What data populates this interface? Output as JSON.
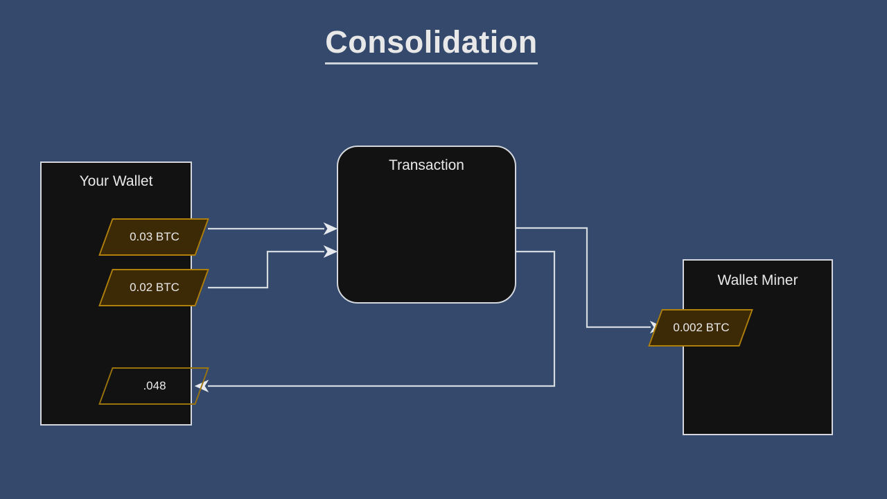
{
  "page": {
    "title": "Consolidation",
    "background_color": "#34496b"
  },
  "diagram": {
    "type": "flow-diagram",
    "nodes": {
      "wallet": {
        "label": "Your Wallet",
        "fill_color": "#121212",
        "border_color": "#d4d8de"
      },
      "transaction": {
        "label": "Transaction",
        "fill_color": "#121212",
        "border_color": "#d4d8de",
        "shape": "rounded-rectangle"
      },
      "miner": {
        "label": "Wallet Miner",
        "fill_color": "#121212",
        "border_color": "#d4d8de"
      }
    },
    "utxos": {
      "input_1": {
        "label": "0.03 BTC",
        "fill_color": "#3c2906",
        "border_color": "#b0800c"
      },
      "input_2": {
        "label": "0.02 BTC",
        "fill_color": "#3c2906",
        "border_color": "#b0800c"
      },
      "change_output": {
        "label": ".048",
        "fill_color": "transparent",
        "border_color": "#9b740d"
      },
      "fee_output": {
        "label": "0.002 BTC",
        "fill_color": "#3c2906",
        "border_color": "#b0800c"
      }
    },
    "edges": [
      {
        "name": "input-1-to-transaction",
        "from": "0.03 BTC",
        "to": "Transaction"
      },
      {
        "name": "input-2-to-transaction",
        "from": "0.02 BTC",
        "to": "Transaction"
      },
      {
        "name": "transaction-to-miner-fee",
        "from": "Transaction",
        "to": "0.002 BTC"
      },
      {
        "name": "transaction-to-change",
        "from": "Transaction",
        "to": ".048"
      }
    ],
    "edge_color": "#d5d9e0"
  }
}
